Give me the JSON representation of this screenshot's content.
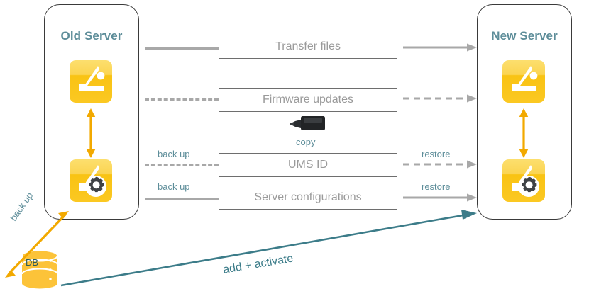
{
  "diagram": {
    "title_old": "Old Server",
    "title_new": "New Server",
    "colors": {
      "panel_border": "#3a3a3a",
      "title_text": "#5d8d99",
      "box_border": "#6e6e6e",
      "box_text": "#9a9a9a",
      "connector": "#a8a8a8",
      "accent_orange": "#f6b41d",
      "accent_teal": "#3c7c89",
      "db_fill": "#fcc339",
      "db_text": "#2c5a5a"
    }
  },
  "left_panel": {
    "title": "Old Server",
    "icon_top": "igel-app-icon",
    "icon_bottom": "igel-app-settings-icon",
    "sync_arrow": "vertical-double-arrow"
  },
  "right_panel": {
    "title": "New Server",
    "icon_top": "igel-app-icon",
    "icon_bottom": "igel-app-settings-icon",
    "sync_arrow": "vertical-double-arrow"
  },
  "rows": [
    {
      "label": "Transfer files",
      "line_style": "solid",
      "left_caption": "",
      "right_caption": ""
    },
    {
      "label": "Firmware updates",
      "line_style": "dashed",
      "left_caption": "",
      "right_caption": ""
    },
    {
      "label": "UMS ID",
      "line_style": "dashed",
      "left_caption": "back up",
      "right_caption": "restore"
    },
    {
      "label": "Server configurations",
      "line_style": "solid",
      "left_caption": "back up",
      "right_caption": "restore"
    }
  ],
  "usb": {
    "icon": "usb-stick-icon",
    "label": "copy"
  },
  "database": {
    "label": "DB",
    "backup_caption": "back up",
    "backup_arrow": "diagonal-double-arrow"
  },
  "activate": {
    "label": "add + activate",
    "arrow": "diagonal-arrow-to-new-server"
  }
}
